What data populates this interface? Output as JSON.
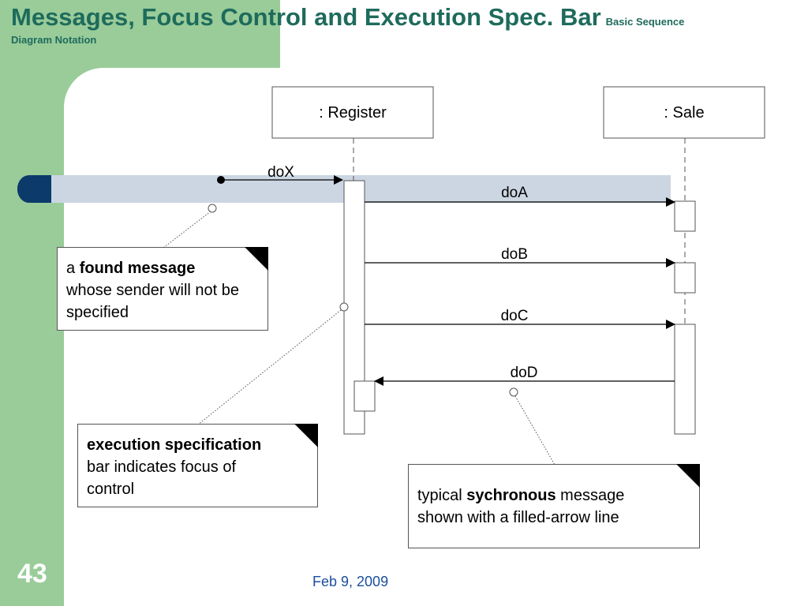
{
  "slide": {
    "title": "Messages, Focus Control and Execution Spec. Bar",
    "title_suffix": "Basic Sequence",
    "subtitle_line2": "Diagram Notation",
    "number": "43",
    "date": "Feb 9, 2009"
  },
  "lifelines": {
    "register": ": Register",
    "sale": ": Sale"
  },
  "messages": {
    "dox": "doX",
    "doa": "doA",
    "dob": "doB",
    "doc": "doC",
    "dod": "doD"
  },
  "notes": {
    "found": {
      "prefix": "a ",
      "bold": "found message",
      "rest": " whose sender will not be specified"
    },
    "exec": {
      "bold": "execution specification",
      "rest": " bar indicates focus of control"
    },
    "sync": {
      "prefix": "typical ",
      "bold": "sychronous",
      "rest": " message shown with a filled-arrow line"
    }
  },
  "colors": {
    "green": "#99cc99",
    "title": "#1e6b5c",
    "highlight": "#ccd6e2",
    "highlight_cap": "#0b3a6b",
    "date": "#1a4f9c"
  }
}
